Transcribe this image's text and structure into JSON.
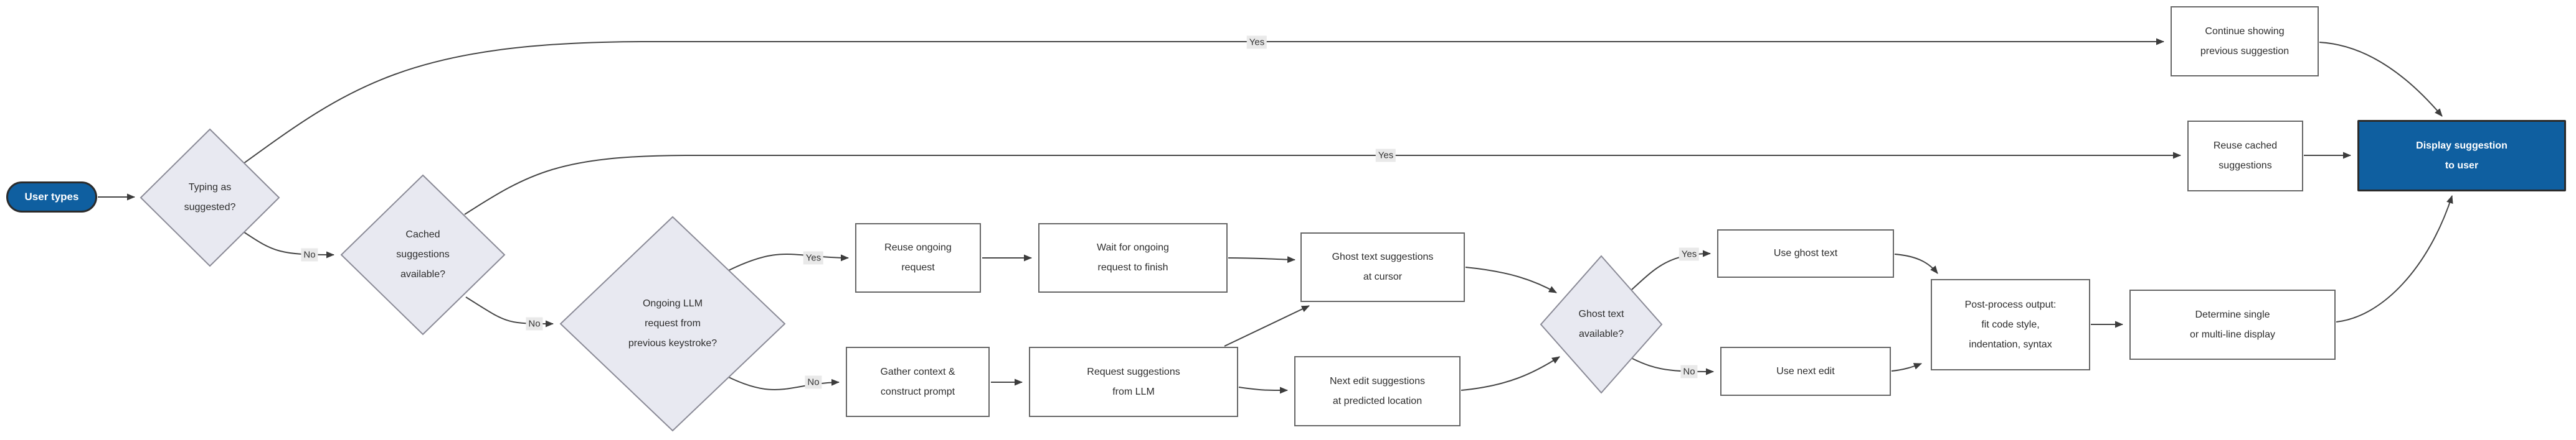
{
  "diagram": {
    "type": "flowchart",
    "direction": "left-to-right",
    "description": "Code completion suggestion pipeline flowchart"
  },
  "colors": {
    "accent_blue": "#0f5fa0",
    "accent_border": "#2b2b2b",
    "node_fill": "#ffffff",
    "node_border": "#666666",
    "diamond_fill": "#e8e9f1",
    "diamond_border": "#8a8a96",
    "edge_color": "#454545",
    "text_color": "#2d2d2d",
    "label_bg": "#e9e9e9",
    "canvas_bg": "#ffffff"
  },
  "nodes": {
    "user_types": {
      "type": "start-pill",
      "lines": [
        "User types"
      ]
    },
    "typing_as_suggested": {
      "type": "decision",
      "lines": [
        "Typing as",
        "suggested?"
      ]
    },
    "cached_suggestions": {
      "type": "decision",
      "lines": [
        "Cached",
        "suggestions",
        "available?"
      ]
    },
    "ongoing_llm": {
      "type": "decision",
      "lines": [
        "Ongoing LLM",
        "request from",
        "previous keystroke?"
      ]
    },
    "reuse_ongoing": {
      "type": "process",
      "lines": [
        "Reuse ongoing",
        "request"
      ]
    },
    "wait_ongoing": {
      "type": "process",
      "lines": [
        "Wait for ongoing",
        "request to finish"
      ]
    },
    "gather_context": {
      "type": "process",
      "lines": [
        "Gather context &",
        "construct prompt"
      ]
    },
    "request_llm": {
      "type": "process",
      "lines": [
        "Request suggestions",
        "from LLM"
      ]
    },
    "ghost_text_box": {
      "type": "process",
      "lines": [
        "Ghost text suggestions",
        "at cursor"
      ]
    },
    "next_edit_box": {
      "type": "process",
      "lines": [
        "Next edit suggestions",
        "at predicted location"
      ]
    },
    "ghost_available": {
      "type": "decision",
      "lines": [
        "Ghost text",
        "available?"
      ]
    },
    "use_ghost": {
      "type": "process",
      "lines": [
        "Use ghost text"
      ]
    },
    "use_next": {
      "type": "process",
      "lines": [
        "Use next edit"
      ]
    },
    "post_process": {
      "type": "process",
      "lines": [
        "Post-process output:",
        "fit code style,",
        "indentation, syntax"
      ]
    },
    "determine_display": {
      "type": "process",
      "lines": [
        "Determine single",
        "or multi-line display"
      ]
    },
    "continue_showing": {
      "type": "process",
      "lines": [
        "Continue showing",
        "previous suggestion"
      ]
    },
    "reuse_cached": {
      "type": "process",
      "lines": [
        "Reuse cached",
        "suggestions"
      ]
    },
    "display_suggestion": {
      "type": "terminal",
      "lines": [
        "Display suggestion",
        "to user"
      ]
    }
  },
  "edges": [
    {
      "from": "user_types",
      "to": "typing_as_suggested",
      "label": ""
    },
    {
      "from": "typing_as_suggested",
      "to": "continue_showing",
      "label": "Yes"
    },
    {
      "from": "typing_as_suggested",
      "to": "cached_suggestions",
      "label": "No"
    },
    {
      "from": "cached_suggestions",
      "to": "reuse_cached",
      "label": "Yes"
    },
    {
      "from": "cached_suggestions",
      "to": "ongoing_llm",
      "label": "No"
    },
    {
      "from": "ongoing_llm",
      "to": "reuse_ongoing",
      "label": "Yes"
    },
    {
      "from": "ongoing_llm",
      "to": "gather_context",
      "label": "No"
    },
    {
      "from": "reuse_ongoing",
      "to": "wait_ongoing",
      "label": ""
    },
    {
      "from": "gather_context",
      "to": "request_llm",
      "label": ""
    },
    {
      "from": "wait_ongoing",
      "to": "ghost_text_box",
      "label": ""
    },
    {
      "from": "request_llm",
      "to": "ghost_text_box",
      "label": ""
    },
    {
      "from": "request_llm",
      "to": "next_edit_box",
      "label": ""
    },
    {
      "from": "ghost_text_box",
      "to": "ghost_available",
      "label": ""
    },
    {
      "from": "next_edit_box",
      "to": "ghost_available",
      "label": ""
    },
    {
      "from": "ghost_available",
      "to": "use_ghost",
      "label": "Yes"
    },
    {
      "from": "ghost_available",
      "to": "use_next",
      "label": "No"
    },
    {
      "from": "use_ghost",
      "to": "post_process",
      "label": ""
    },
    {
      "from": "use_next",
      "to": "post_process",
      "label": ""
    },
    {
      "from": "post_process",
      "to": "determine_display",
      "label": ""
    },
    {
      "from": "determine_display",
      "to": "display_suggestion",
      "label": ""
    },
    {
      "from": "continue_showing",
      "to": "display_suggestion",
      "label": ""
    },
    {
      "from": "reuse_cached",
      "to": "display_suggestion",
      "label": ""
    }
  ]
}
